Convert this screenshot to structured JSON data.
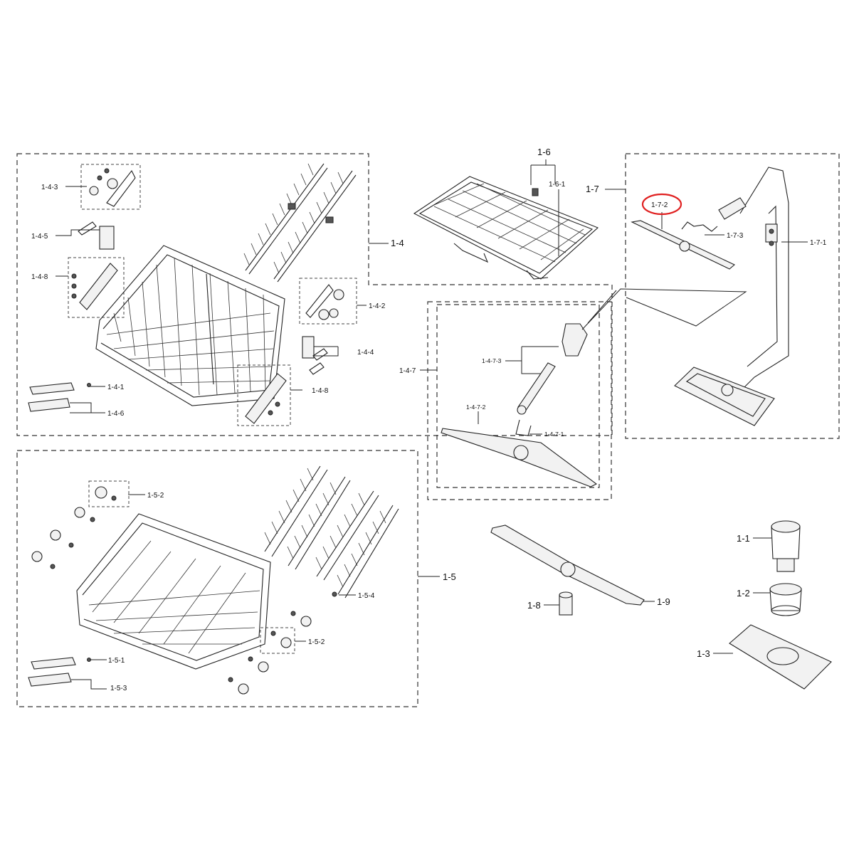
{
  "labels": {
    "l_1_4_3": "1-4-3",
    "l_1_4_5": "1-4-5",
    "l_1_4_8a": "1-4-8",
    "l_1_4": "1-4",
    "l_1_4_2": "1-4-2",
    "l_1_4_4": "1-4-4",
    "l_1_4_1": "1-4-1",
    "l_1_4_6": "1-4-6",
    "l_1_4_8b": "1-4-8",
    "l_1_6": "1-6",
    "l_1_6_1": "1-6-1",
    "l_1_7": "1-7",
    "l_1_7_2": "1-7-2",
    "l_1_7_3": "1-7-3",
    "l_1_7_1": "1-7-1",
    "l_1_4_7": "1-4-7",
    "l_1_4_7_3": "1-4-7-3",
    "l_1_4_7_2": "1-4-7-2",
    "l_1_4_7_1": "1-4-7-1",
    "l_1_5_2a": "1-5-2",
    "l_1_5": "1-5",
    "l_1_5_4": "1-5-4",
    "l_1_5_2b": "1-5-2",
    "l_1_5_1": "1-5-1",
    "l_1_5_3": "1-5-3",
    "l_1_1": "1-1",
    "l_1_2": "1-2",
    "l_1_3": "1-3",
    "l_1_8": "1-8",
    "l_1_9": "1-9"
  },
  "highlight": {
    "label": "1-7-2",
    "color": "#e02020"
  }
}
